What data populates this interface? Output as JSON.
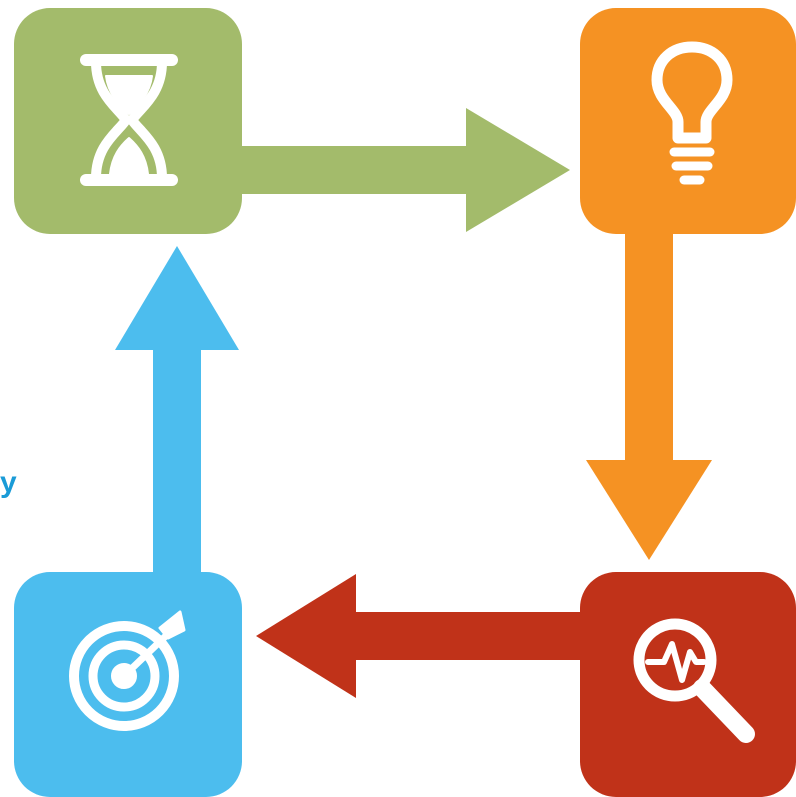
{
  "diagram": {
    "type": "cycle",
    "direction": "clockwise",
    "nodes": [
      {
        "id": "top-left",
        "icon": "hourglass-icon",
        "color": "#a3bb6b"
      },
      {
        "id": "top-right",
        "icon": "lightbulb-icon",
        "color": "#f59223"
      },
      {
        "id": "bottom-right",
        "icon": "magnifier-pulse-icon",
        "color": "#c03219"
      },
      {
        "id": "bottom-left",
        "icon": "target-arrow-icon",
        "color": "#4cbdee"
      }
    ],
    "edges": [
      {
        "from": "top-left",
        "to": "top-right",
        "color": "#a3bb6b"
      },
      {
        "from": "top-right",
        "to": "bottom-right",
        "color": "#f59223"
      },
      {
        "from": "bottom-right",
        "to": "bottom-left",
        "color": "#c03219"
      },
      {
        "from": "bottom-left",
        "to": "top-left",
        "color": "#4cbdee"
      }
    ]
  },
  "fragment_text": "y",
  "fragment_color": "#1a9bd7"
}
